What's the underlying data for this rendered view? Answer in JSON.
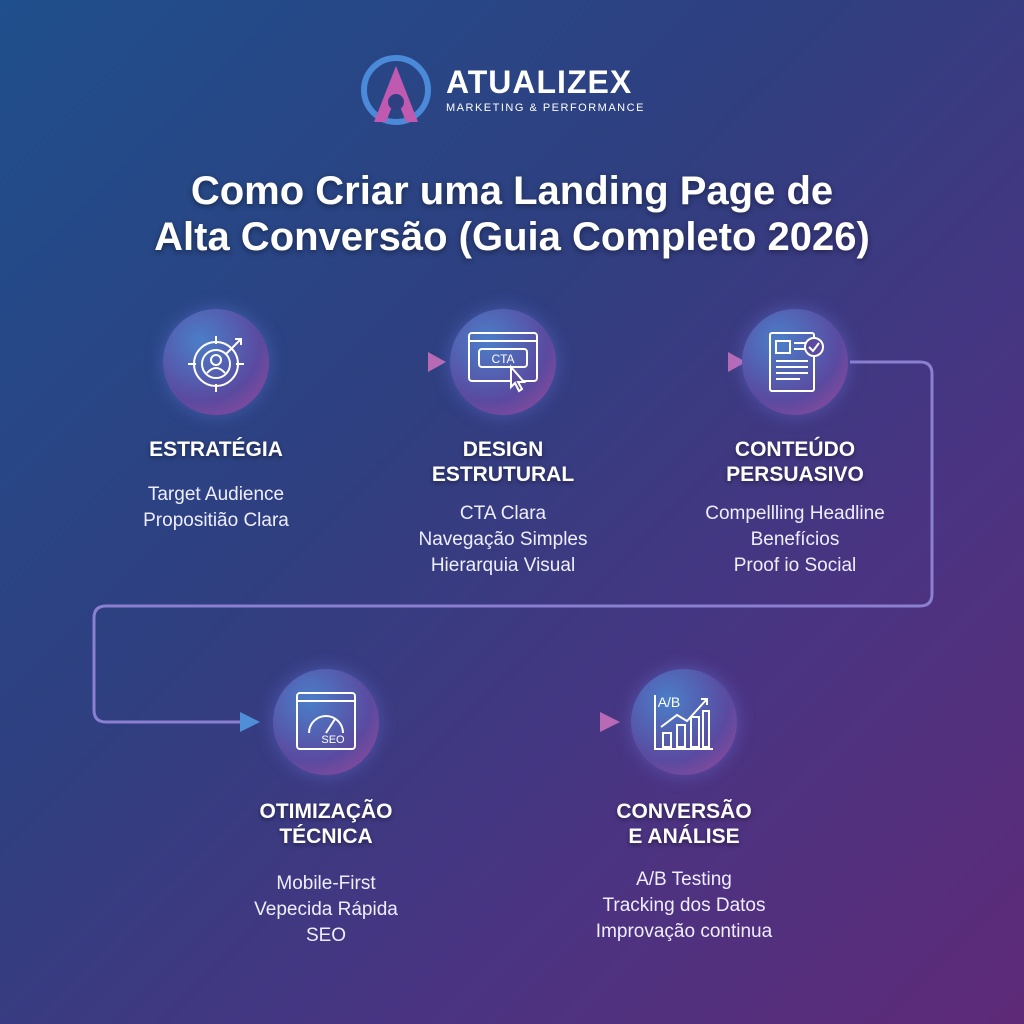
{
  "brand": {
    "name": "ATUALIZEX",
    "tagline": "MARKETING & PERFORMANCE"
  },
  "title": {
    "line1": "Como Criar uma Landing Page de",
    "line2": "Alta Conversão (Guia Completo 2026)"
  },
  "steps": [
    {
      "icon": "target-user-icon",
      "heading": [
        "ESTRATÉGIA"
      ],
      "items": [
        "Target Audience",
        "Propositião Clara"
      ]
    },
    {
      "icon": "cta-click-icon",
      "icon_text": "CTA",
      "heading": [
        "DESIGN",
        "ESTRUTURAL"
      ],
      "items": [
        "CTA Clara",
        "Navegação Simples",
        "Hierarquia Visual"
      ]
    },
    {
      "icon": "document-check-icon",
      "heading": [
        "CONTEÚDO",
        "PERSUASIVO"
      ],
      "items": [
        "Compellling Headline",
        "Benefícios",
        "Proof io Social"
      ]
    },
    {
      "icon": "speed-gauge-icon",
      "icon_text": "SEO",
      "heading": [
        "OTIMIZAÇÃO",
        "TÉCNICA"
      ],
      "items": [
        "Mobile-First",
        "Vepecida Rápida",
        "SEO"
      ]
    },
    {
      "icon": "ab-chart-icon",
      "icon_text": "A/B",
      "heading": [
        "CONVERSÃO",
        "E ANÁLISE"
      ],
      "items": [
        "A/B Testing",
        "Tracking dos Datos",
        "Improvação continua"
      ]
    }
  ],
  "colors": {
    "line_start": "#3f8fd8",
    "line_end": "#c46ab0"
  }
}
